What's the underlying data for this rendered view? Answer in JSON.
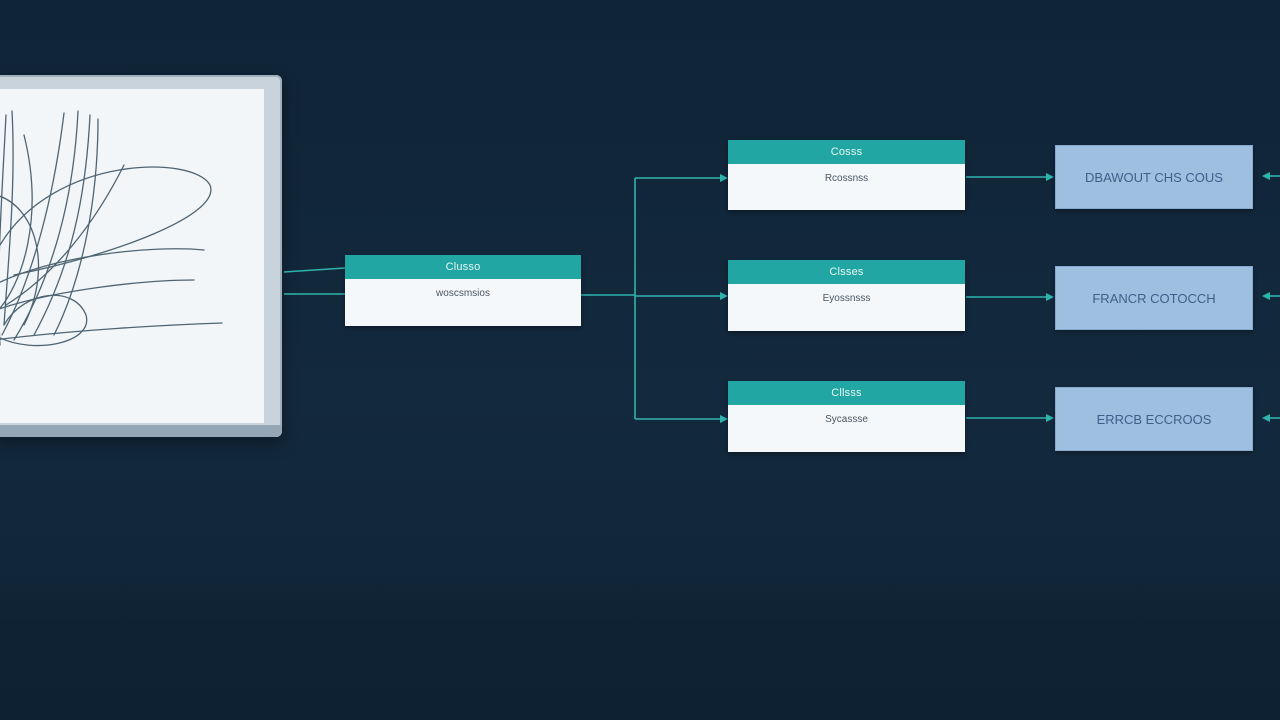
{
  "source_node": {
    "header": "Clusso",
    "body": "woscsmsios"
  },
  "branches": [
    {
      "header": "Cosss",
      "body": "Rcossnss",
      "output": "DBAWOUT CHS COUS"
    },
    {
      "header": "Clsses",
      "body": "Eyossnsss",
      "output": "FRANCR COTOCCH"
    },
    {
      "header": "Cllsss",
      "body": "Sycassse",
      "output": "ERRCB ECCROOS"
    }
  ],
  "colors": {
    "background": "#13293d",
    "accent": "#22a6a3",
    "output_box": "#9ebfe0",
    "connector": "#2fb3ad"
  }
}
